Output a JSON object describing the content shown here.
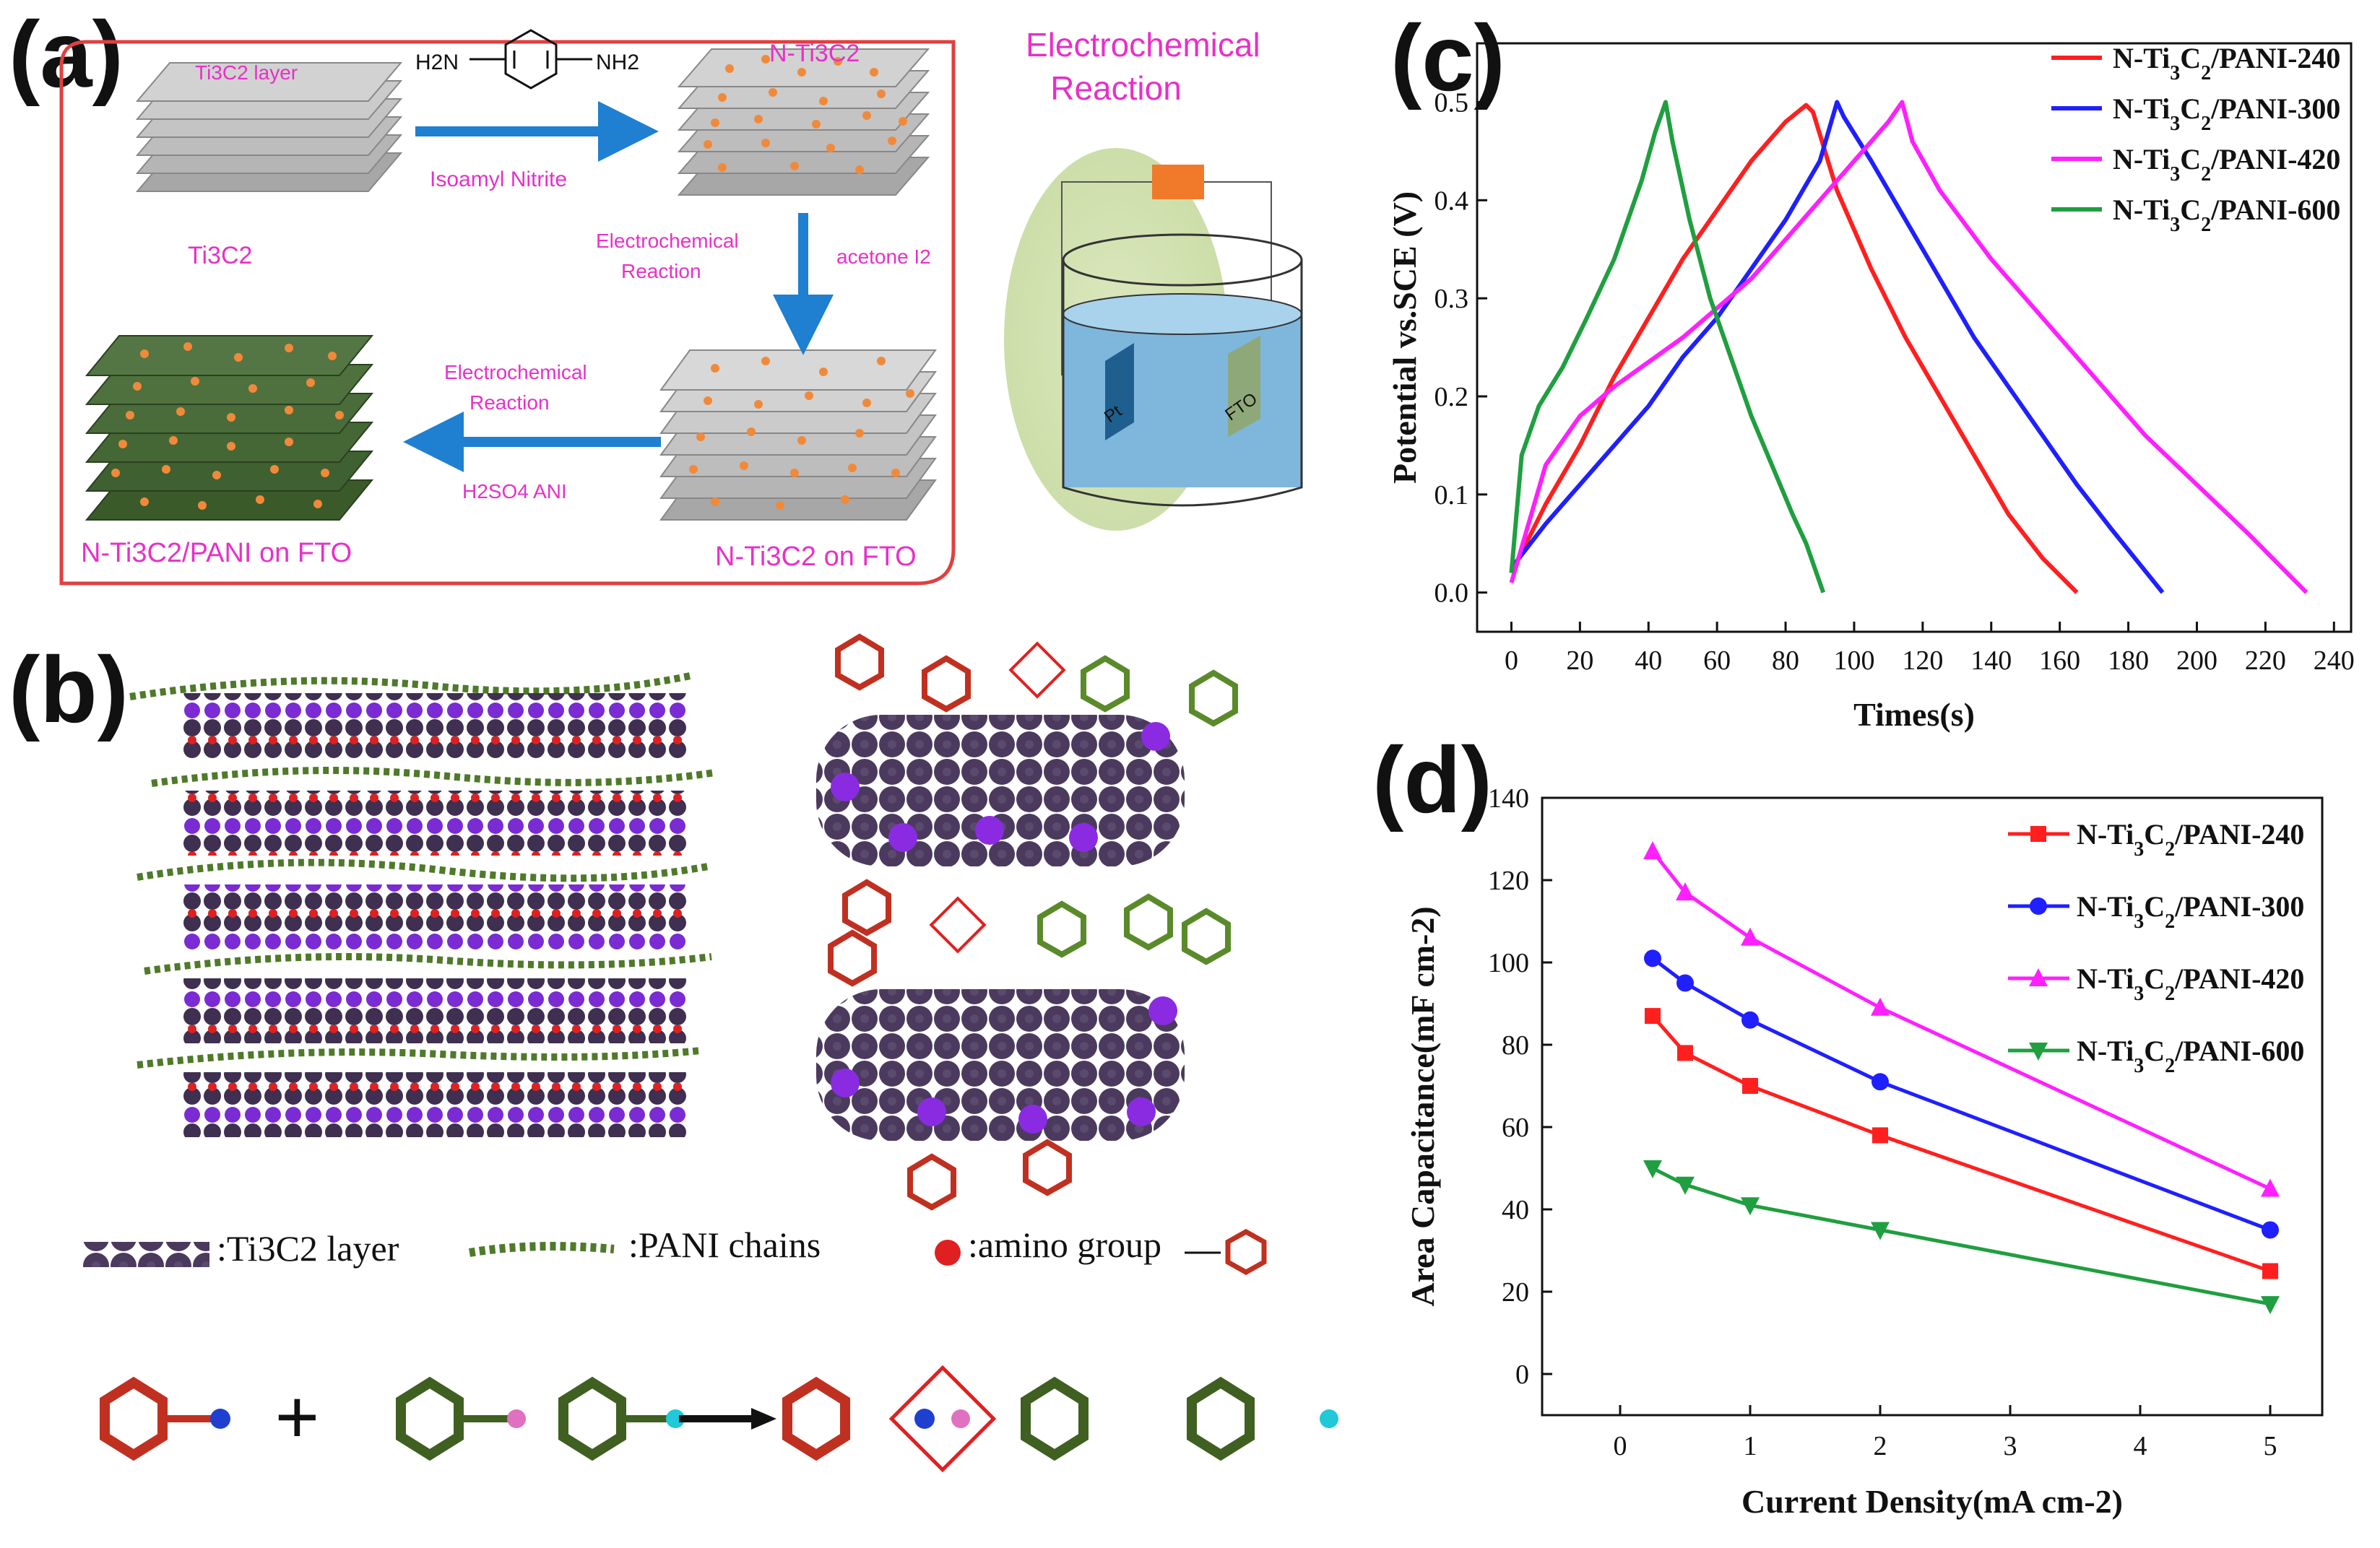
{
  "panel_labels": {
    "a": "(a)",
    "b": "(b)",
    "c": "(c)",
    "d": "(d)"
  },
  "panel_a": {
    "ti3c2_layer": "Ti3C2 layer",
    "diamine_left": "H2N",
    "diamine_right": "NH2",
    "isoamyl": "Isoamyl  Nitrite",
    "ti3c2": "Ti3C2",
    "n_ti3c2": "N-Ti3C2",
    "electrochem_1": "Electrochemical",
    "reaction_1": "Reaction",
    "acetone": "acetone  I2",
    "electrochem_2": "Electrochemical",
    "reaction_2": "Reaction",
    "h2so4": "H2SO4    ANI",
    "n_ti3c2_fto": "N-Ti3C2 on FTO",
    "n_ti3c2_pani_fto": "N-Ti3C2/PANI on FTO",
    "cell_title_1": "Electrochemical",
    "cell_title_2": "Reaction",
    "pt": "Pt",
    "fto": "FTO"
  },
  "panel_b": {
    "legend_ti3c2": ":Ti3C2 layer",
    "legend_pani": ":PANI chains",
    "legend_amino": ":amino group"
  },
  "colors": {
    "s240": "#ff1f1f",
    "s300": "#1f1fff",
    "s420": "#ff1fff",
    "s600": "#1f9f3f",
    "pink_text": "#e830c8",
    "frame": "#e04040"
  },
  "chart_data": [
    {
      "type": "line",
      "panel": "c",
      "xlabel": "Times(s)",
      "ylabel": "Potential vs.SCE (V)",
      "xlim": [
        -10,
        245
      ],
      "ylim": [
        -0.04,
        0.56
      ],
      "xticks": [
        0,
        20,
        40,
        60,
        80,
        100,
        120,
        140,
        160,
        180,
        200,
        220,
        240
      ],
      "yticks": [
        0.0,
        0.1,
        0.2,
        0.3,
        0.4,
        0.5
      ],
      "legend_position": "top-right",
      "series": [
        {
          "name": "N-Ti3C2/PANI-240",
          "color": "#ff1f1f",
          "x": [
            0,
            10,
            20,
            30,
            40,
            50,
            60,
            70,
            80,
            86,
            88,
            95,
            105,
            115,
            125,
            135,
            145,
            155,
            165
          ],
          "y": [
            0.02,
            0.09,
            0.15,
            0.22,
            0.28,
            0.34,
            0.39,
            0.44,
            0.48,
            0.497,
            0.49,
            0.41,
            0.33,
            0.26,
            0.2,
            0.14,
            0.08,
            0.035,
            0.0
          ]
        },
        {
          "name": "N-Ti3C2/PANI-300",
          "color": "#1f1fff",
          "x": [
            0,
            10,
            20,
            30,
            40,
            50,
            60,
            70,
            80,
            90,
            95,
            97,
            105,
            115,
            125,
            135,
            145,
            155,
            165,
            175,
            190
          ],
          "y": [
            0.025,
            0.07,
            0.11,
            0.15,
            0.19,
            0.24,
            0.28,
            0.33,
            0.38,
            0.44,
            0.5,
            0.485,
            0.44,
            0.38,
            0.32,
            0.26,
            0.21,
            0.16,
            0.11,
            0.065,
            0.0
          ]
        },
        {
          "name": "N-Ti3C2/PANI-420",
          "color": "#ff1fff",
          "x": [
            0,
            10,
            20,
            30,
            40,
            50,
            60,
            70,
            80,
            90,
            100,
            110,
            114,
            117,
            125,
            140,
            155,
            170,
            185,
            200,
            215,
            232
          ],
          "y": [
            0.01,
            0.13,
            0.18,
            0.21,
            0.235,
            0.26,
            0.29,
            0.32,
            0.36,
            0.4,
            0.44,
            0.48,
            0.5,
            0.46,
            0.41,
            0.34,
            0.28,
            0.22,
            0.16,
            0.11,
            0.06,
            0.0
          ]
        },
        {
          "name": "N-Ti3C2/PANI-600",
          "color": "#1f9f3f",
          "x": [
            0,
            3,
            8,
            15,
            22,
            30,
            38,
            42,
            45,
            47,
            52,
            58,
            64,
            70,
            76,
            82,
            86,
            89,
            91
          ],
          "y": [
            0.02,
            0.14,
            0.19,
            0.23,
            0.28,
            0.34,
            0.42,
            0.47,
            0.5,
            0.46,
            0.38,
            0.3,
            0.24,
            0.18,
            0.13,
            0.08,
            0.05,
            0.02,
            0.0
          ]
        }
      ]
    },
    {
      "type": "line",
      "panel": "d",
      "xlabel": "Current  Density(mA cm-2)",
      "ylabel": "Area Capacitance(mF cm-2)",
      "xlim": [
        -0.6,
        5.4
      ],
      "ylim": [
        -10,
        140
      ],
      "xticks": [
        0,
        1,
        2,
        3,
        4,
        5
      ],
      "yticks": [
        0,
        20,
        40,
        60,
        80,
        100,
        120,
        140
      ],
      "legend_position": "top-right",
      "x": [
        0.25,
        0.5,
        1,
        2,
        5
      ],
      "series": [
        {
          "name": "N-Ti3C2/PANI-240",
          "color": "#ff1f1f",
          "marker": "square",
          "values": [
            87,
            78,
            70,
            58,
            25
          ]
        },
        {
          "name": "N-Ti3C2/PANI-300",
          "color": "#1f1fff",
          "marker": "circle",
          "values": [
            101,
            95,
            86,
            71,
            35
          ]
        },
        {
          "name": "N-Ti3C2/PANI-420",
          "color": "#ff1fff",
          "marker": "triangle-up",
          "values": [
            127,
            117,
            106,
            89,
            45
          ]
        },
        {
          "name": "N-Ti3C2/PANI-600",
          "color": "#1f9f3f",
          "marker": "triangle-down",
          "values": [
            50,
            46,
            41,
            35,
            17
          ]
        }
      ]
    }
  ]
}
